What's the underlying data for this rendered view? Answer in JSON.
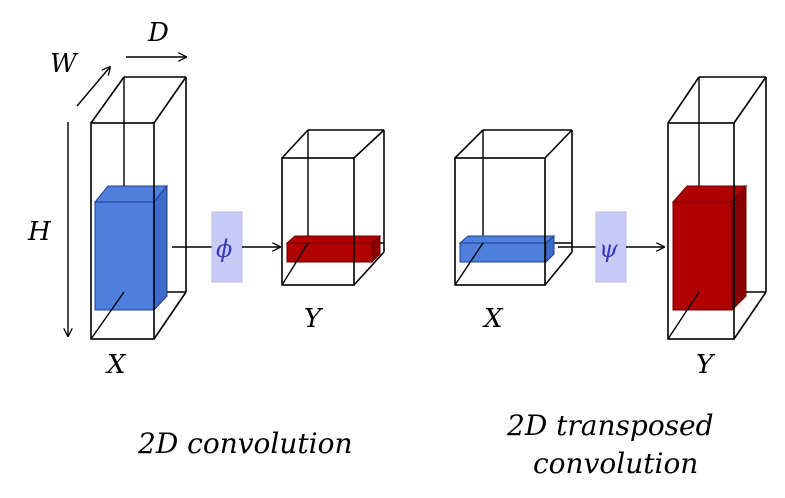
{
  "axes": {
    "width_label": "W",
    "depth_label": "D",
    "height_label": "H"
  },
  "conv2d": {
    "input_label": "X",
    "operator_label": "ϕ",
    "output_label": "Y",
    "caption": "2D convolution",
    "colors": {
      "input_block": "#4f7fdc",
      "output_block": "#b00000",
      "operator_box": "#c8cbf5"
    }
  },
  "transposed": {
    "input_label": "X",
    "operator_label": "ψ",
    "output_label": "Y",
    "caption_line1": "2D transposed",
    "caption_line2": "convolution",
    "colors": {
      "input_block": "#4f7fdc",
      "output_block": "#b00000",
      "operator_box": "#c8cbf5"
    }
  }
}
